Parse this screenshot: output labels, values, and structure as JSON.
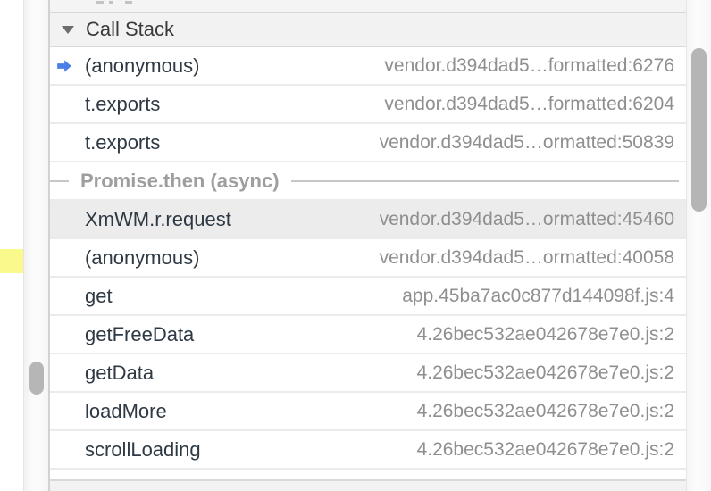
{
  "call_stack": {
    "title": "Call Stack",
    "frames": [
      {
        "name": "(anonymous)",
        "location": "vendor.d394dad5…formatted:6276",
        "current": true
      },
      {
        "name": "t.exports",
        "location": "vendor.d394dad5…formatted:6204"
      },
      {
        "name": "t.exports",
        "location": "vendor.d394dad5…ormatted:50839"
      },
      {
        "separator": "Promise.then (async)"
      },
      {
        "name": "XmWM.r.request",
        "location": "vendor.d394dad5…ormatted:45460",
        "selected": true
      },
      {
        "name": "(anonymous)",
        "location": "vendor.d394dad5…ormatted:40058"
      },
      {
        "name": "get",
        "location": "app.45ba7ac0c877d144098f.js:4"
      },
      {
        "name": "getFreeData",
        "location": "4.26bec532ae042678e7e0.js:2"
      },
      {
        "name": "getData",
        "location": "4.26bec532ae042678e7e0.js:2"
      },
      {
        "name": "loadMore",
        "location": "4.26bec532ae042678e7e0.js:2"
      },
      {
        "name": "scrollLoading",
        "location": "4.26bec532ae042678e7e0.js:2"
      }
    ]
  },
  "colors": {
    "current_frame_arrow": "#4a80e8",
    "selected_row_bg": "#ececec",
    "gutter_highlight": "#fafa8c",
    "section_header_bg": "#f2f2f2",
    "function_name_text": "#2e3944",
    "location_text": "#8f8f8f",
    "scrollbar_thumb": "#b6b6b6"
  }
}
